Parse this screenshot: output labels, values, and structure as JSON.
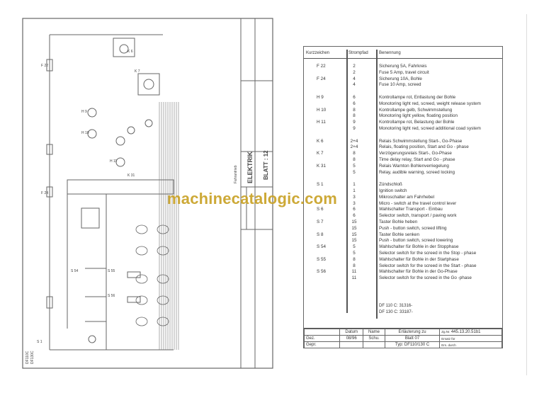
{
  "left_sheet": {
    "title_block": {
      "subject": "ELEKTRIK",
      "sheet": "BLATT : 12",
      "section": "Fahrantrieb"
    },
    "component_labels": [
      "F 22",
      "F 24",
      "S 1",
      "S 54",
      "S 55",
      "S 56",
      "H 9",
      "H 10",
      "H 11",
      "K 6",
      "K 7",
      "K 31"
    ],
    "side_labels": [
      "DF110C",
      "DF130C"
    ]
  },
  "right_sheet": {
    "headers": {
      "code": "Kurzzeichen",
      "path": "Strompfad",
      "name": "Benennung"
    },
    "rows": [
      {
        "code": "F 22",
        "path": "2",
        "desc": "Sicherung 5A, Fahrkreis"
      },
      {
        "code": "",
        "path": "2",
        "desc": "Fuse 5 Amp, travel circuit"
      },
      {
        "code": "F 24",
        "path": "4",
        "desc": "Sicherung 10A, Bohle"
      },
      {
        "code": "",
        "path": "4",
        "desc": "Fuse 10 Amp, screed"
      },
      {
        "code": "",
        "path": "",
        "desc": ""
      },
      {
        "code": "H  9",
        "path": "6",
        "desc": "Kontrollampe rot, Entlastung der Bohle"
      },
      {
        "code": "",
        "path": "6",
        "desc": "Monotoring light red, screed, weight release system"
      },
      {
        "code": "H 10",
        "path": "8",
        "desc": "Kontrollampe gelb, Schwimmstellung"
      },
      {
        "code": "",
        "path": "8",
        "desc": "Monotoring light yellow, floating position"
      },
      {
        "code": "H 11",
        "path": "9",
        "desc": "Kontrollampe rot, Belastung der Bohle"
      },
      {
        "code": "",
        "path": "9",
        "desc": "Monotoring light red, screed additional coad system"
      },
      {
        "code": "",
        "path": "",
        "desc": ""
      },
      {
        "code": "K  6",
        "path": "2+4",
        "desc": "Relais Schwimmstellung Start-, Go-Phase"
      },
      {
        "code": "",
        "path": "2+4",
        "desc": "Relais, floating position, Start and Go - phase"
      },
      {
        "code": "K  7",
        "path": "8",
        "desc": "Verzögerungsrelais Start-, Go-Phase"
      },
      {
        "code": "",
        "path": "8",
        "desc": "Time delay relay, Start and Go - phase"
      },
      {
        "code": "K 31",
        "path": "5",
        "desc": "Relais Warnton Bohlenverriegelung"
      },
      {
        "code": "",
        "path": "5",
        "desc": "Relay, audible warning, screed locking"
      },
      {
        "code": "",
        "path": "",
        "desc": ""
      },
      {
        "code": "S  1",
        "path": "1",
        "desc": "Zündschloß"
      },
      {
        "code": "",
        "path": "1",
        "desc": "Ignition switch"
      },
      {
        "code": "",
        "path": "3",
        "desc": "Mikroschalter am Fahrhebel"
      },
      {
        "code": "",
        "path": "3",
        "desc": "Micro - switch at the travel control lever"
      },
      {
        "code": "S  6",
        "path": "6",
        "desc": "Wahlschalter Transport - Einbau"
      },
      {
        "code": "",
        "path": "6",
        "desc": "Selector switch, transport / paving work"
      },
      {
        "code": "S  7",
        "path": "15",
        "desc": "Taster Bohle heben"
      },
      {
        "code": "",
        "path": "15",
        "desc": "Push - button switch, screed lifting"
      },
      {
        "code": "S  8",
        "path": "15",
        "desc": "Taster Bohle senken"
      },
      {
        "code": "",
        "path": "15",
        "desc": "Push - button switch, screed lowering"
      },
      {
        "code": "S 54",
        "path": "5",
        "desc": "Wahlschalter für Bohle in der Stopphase"
      },
      {
        "code": "",
        "path": "5",
        "desc": "Selector switch for the screed in the Stop - phase"
      },
      {
        "code": "S 55",
        "path": "8",
        "desc": "Wahlschalter für Bohle in der Startphase"
      },
      {
        "code": "",
        "path": "8",
        "desc": "Selector switch for the screed in the Start - phase"
      },
      {
        "code": "S 56",
        "path": "11",
        "desc": "Wahlschalter für Bohle in der  Go-Phase"
      },
      {
        "code": "",
        "path": "11",
        "desc": "Selector switch for the screed in the Go -phase"
      }
    ],
    "serials": [
      "DF 110 C: 31316-",
      "DF 130 C: 33187-"
    ],
    "footer": {
      "datum": "Datum",
      "name": "Name",
      "erl": "Erläuterung zu",
      "zgnr_label": "Zg.Nr.",
      "zgnr": "445.13.20.51b1",
      "gez": "Gez.",
      "date": "08/96",
      "author": "Schu.",
      "blatt": "Blatt 07",
      "ersatz": "Ersatz für",
      "gepr": "Gepr.",
      "typ": "Typ: DF110/130 C",
      "ers_durch": "Ers. durch"
    }
  },
  "watermark": "machinecatalogic.com",
  "colors": {
    "watermark": "#c9a227",
    "ink": "#444444"
  }
}
